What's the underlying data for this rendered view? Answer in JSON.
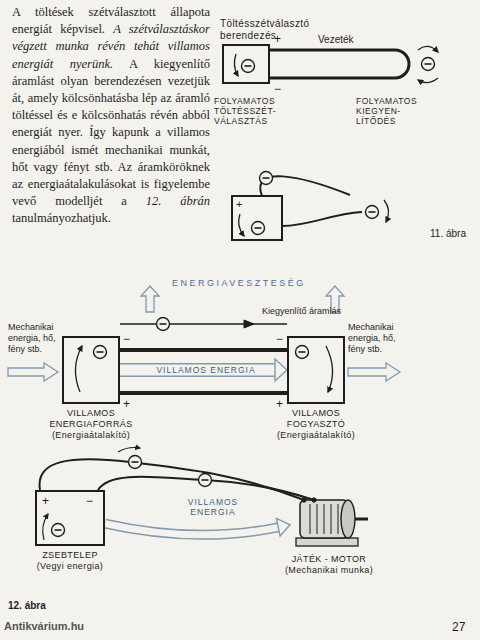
{
  "diagram": {
    "nodes": [
      {
        "text": [
          "Töltésszétválasztó berendezés"
        ]
      },
      {
        "text": [
          "VILLAMOS ENERGIAFORRÁS",
          "(Energiaátalakító)"
        ]
      },
      {
        "text": [
          "VILLAMOS FOGYASZTÓ",
          "(Energiaátalakító)"
        ]
      },
      {
        "text": [
          "ZSEBTELEP",
          "(Vegyi energia)"
        ]
      },
      {
        "text": [
          "JÁTÉK - MOTOR",
          "(Mechanikai munka)"
        ]
      }
    ],
    "edges": [
      {
        "from": 1,
        "to": 2,
        "arrow": "to",
        "label": "VILLAMOS ENERGIA"
      },
      {
        "from": 3,
        "to": 4,
        "arrow": "to",
        "label": "VILLAMOS ENERGIA"
      }
    ],
    "labels": [
      "A töltések szétválasztott állapota energiát képvisel.",
      "A szétválasztáskor végzett munka révén tehát villamos energiát nyerünk.",
      "A kiegyenlítő áramlást olyan berendezésen vezetjük át, amely kölcsönhatásba lép az áramló töltéssel és e kölcsönhatás révén abból energiát nyer. Így kapunk a villamos energiából ismét mechanikai munkát, hőt vagy fényt stb. Az áramköröknek az energiaátalakulásokat is figyelembe vevő modelljét a",
      "12. ábrán",
      "tanulmányozhatjuk.",
      "+",
      "−",
      "Vezeték",
      "FOLYAMATOS TÖLTÉSSZÉT- VÁLASZTÁS",
      "FOLYAMATOS KIEGYEN- LÍTŐDÉS",
      "+",
      "11. ábra",
      "ENERGIAVESZTESÉG",
      "Kiegyenlítő áramlás",
      "Mechanikai energia, hő, fény stb.",
      "Mechanikai energia, hő, fény stb.",
      "−",
      "+",
      "−",
      "+",
      "+",
      "−",
      "12. ábra",
      "27",
      "Antikvárium.hu"
    ]
  }
}
